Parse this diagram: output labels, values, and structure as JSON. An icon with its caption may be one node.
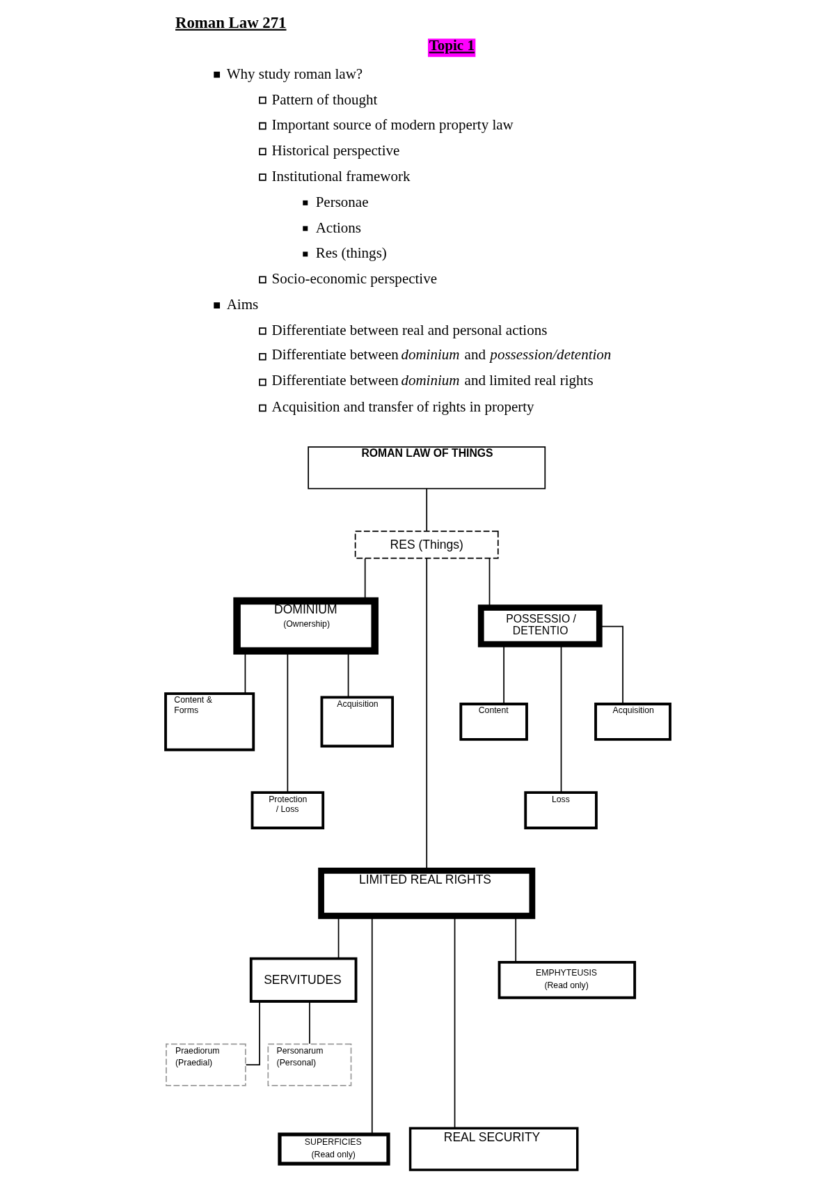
{
  "diagram": {
    "title": "Roman Law 271",
    "nodes": [
      {
        "text": [
          "ROMAN LAW OF THINGS"
        ]
      },
      {
        "text": [
          "RES (Things)"
        ]
      },
      {
        "text": [
          "DOMINIUM",
          "(Ownership)"
        ]
      },
      {
        "text": [
          "POSSESSIO / DETENTIO"
        ]
      },
      {
        "text": [
          "Content & Forms"
        ]
      },
      {
        "text": [
          "Acquisition"
        ]
      },
      {
        "text": [
          "Content"
        ]
      },
      {
        "text": [
          "Acquisition"
        ]
      },
      {
        "text": [
          "Protection / Loss"
        ]
      },
      {
        "text": [
          "Loss"
        ]
      },
      {
        "text": [
          "LIMITED REAL RIGHTS"
        ]
      },
      {
        "text": [
          "SERVITUDES"
        ]
      },
      {
        "text": [
          "EMPHYTEUSIS",
          "(Read only)"
        ]
      },
      {
        "text": [
          "Praediorum",
          "(Praedial)"
        ]
      },
      {
        "text": [
          "Personarum",
          "(Personal)"
        ]
      },
      {
        "text": [
          "SUPERFICIES",
          "(Read only)"
        ]
      },
      {
        "text": [
          "REAL SECURITY"
        ]
      }
    ],
    "edges": [
      {
        "from": 0,
        "to": 1,
        "arrow": "none"
      },
      {
        "from": 1,
        "to": 2,
        "arrow": "none"
      },
      {
        "from": 1,
        "to": 10,
        "arrow": "none"
      },
      {
        "from": 1,
        "to": 3,
        "arrow": "none"
      },
      {
        "from": 2,
        "to": 4,
        "arrow": "none"
      },
      {
        "from": 2,
        "to": 8,
        "arrow": "none"
      },
      {
        "from": 2,
        "to": 5,
        "arrow": "none"
      },
      {
        "from": 3,
        "to": 6,
        "arrow": "none"
      },
      {
        "from": 3,
        "to": 9,
        "arrow": "none"
      },
      {
        "from": 3,
        "to": 7,
        "arrow": "none"
      },
      {
        "from": 10,
        "to": 11,
        "arrow": "none"
      },
      {
        "from": 10,
        "to": 15,
        "arrow": "none"
      },
      {
        "from": 10,
        "to": 16,
        "arrow": "none"
      },
      {
        "from": 10,
        "to": 12,
        "arrow": "none"
      },
      {
        "from": 11,
        "to": 13,
        "arrow": "none"
      },
      {
        "from": 11,
        "to": 14,
        "arrow": "none"
      }
    ],
    "labels": [
      "Topic 1",
      "Why study roman law?",
      "Pattern of thought",
      "Important source of modern property law",
      "Historical perspective",
      "Institutional framework",
      "Personae",
      "Actions",
      "Res (things)",
      "Socio-economic perspective",
      "Aims",
      "Differentiate between real and personal actions",
      "Differentiate between *dominium* and *possession/detention*",
      "Differentiate between *dominium* and limited real rights",
      "Acquisition and transfer of rights in property"
    ]
  }
}
